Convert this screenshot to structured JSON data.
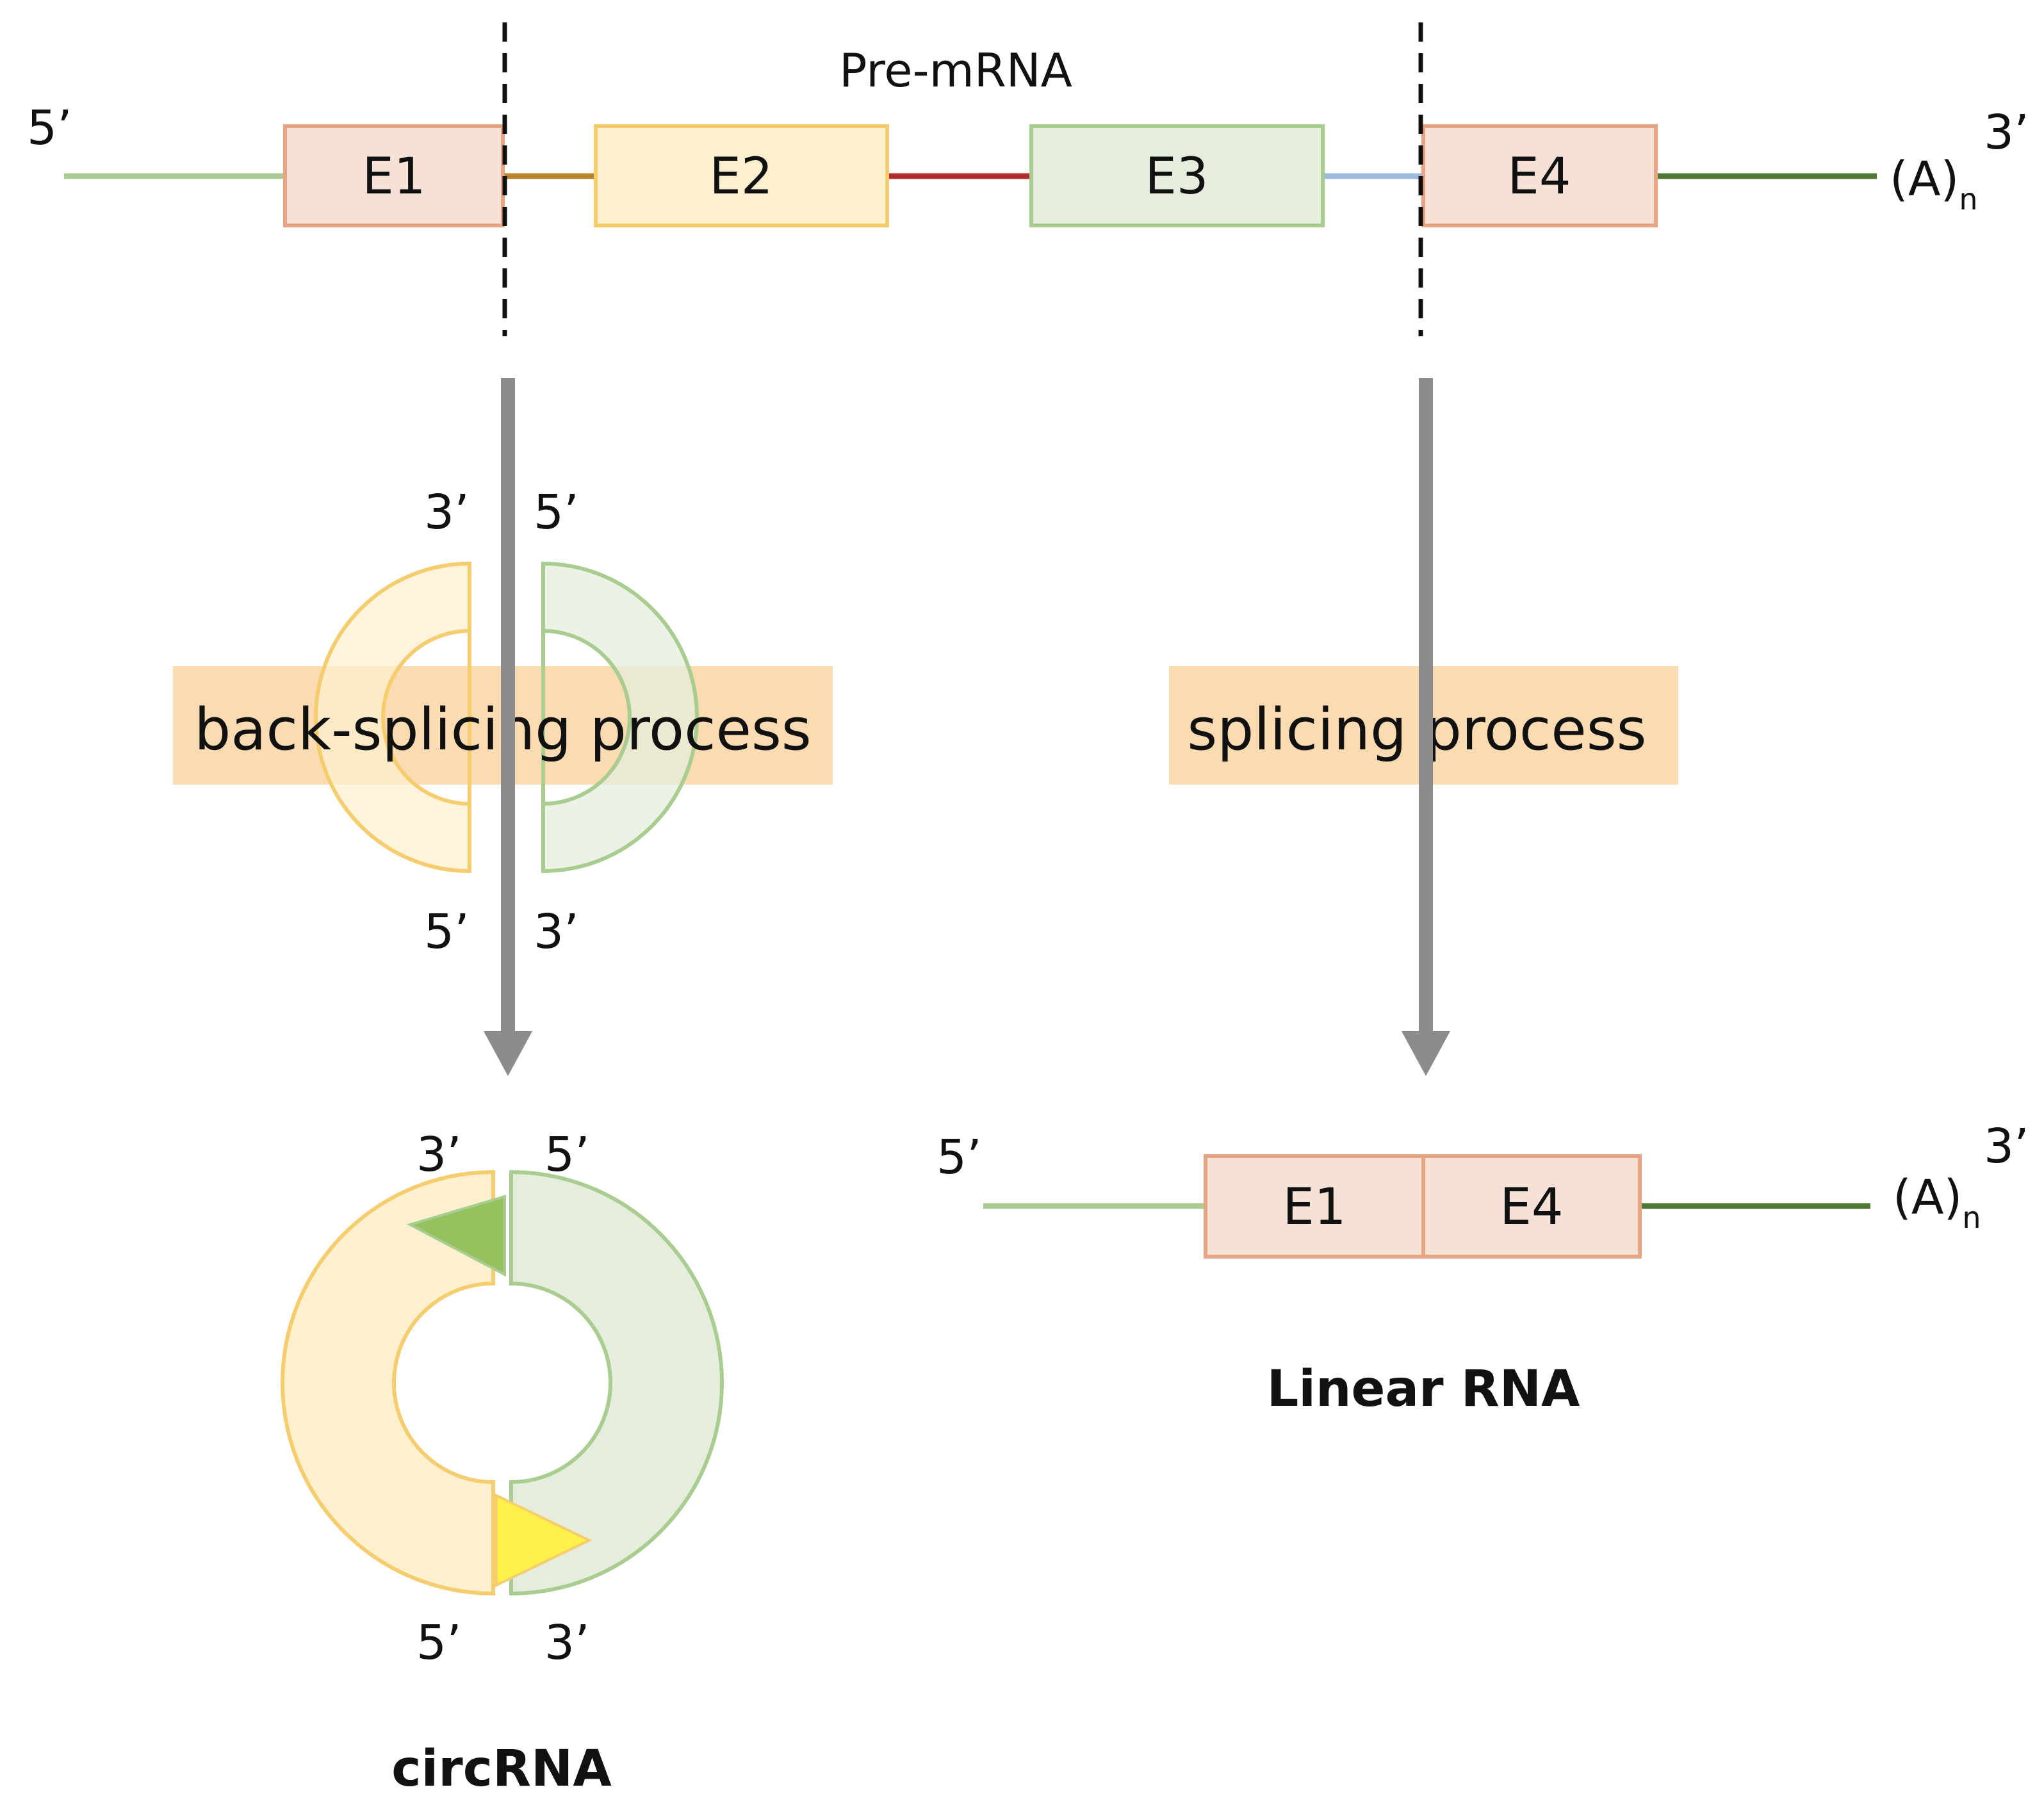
{
  "pre_mrna": {
    "title": "Pre-mRNA",
    "five_prime": "5’",
    "three_prime": "3’",
    "polyA": "(A)",
    "polyA_sub": "n",
    "exons": [
      {
        "label": "E1",
        "fill": "#f6e1d6",
        "stroke": "#e8a585"
      },
      {
        "label": "E2",
        "fill": "#fdf0cf",
        "stroke": "#f5cd6f"
      },
      {
        "label": "E3",
        "fill": "#e5eedc",
        "stroke": "#a9cd90"
      },
      {
        "label": "E4",
        "fill": "#f6e1d6",
        "stroke": "#e8a585"
      }
    ],
    "intron_colors": [
      "#a9cd90",
      "#b8862a",
      "#b52a2a",
      "#9eb9df",
      "#4e7a33"
    ]
  },
  "back_splicing": {
    "label": "back-splicing process",
    "top_left": "3’",
    "top_right": "5’",
    "bottom_left": "5’",
    "bottom_right": "3’"
  },
  "splicing": {
    "label": "splicing process"
  },
  "circ": {
    "label": "circRNA",
    "top_left": "3’",
    "top_right": "5’",
    "bottom_left": "5’",
    "bottom_right": "3’"
  },
  "linear": {
    "label": "Linear RNA",
    "five_prime": "5’",
    "three_prime": "3’",
    "polyA": "(A)",
    "polyA_sub": "n",
    "exons": [
      {
        "label": "E1"
      },
      {
        "label": "E4"
      }
    ]
  },
  "colors": {
    "arrow": "#8c8c8c",
    "process_box": "#fbd7a9",
    "yellow_fill": "#fdf0cf",
    "yellow_stroke": "#f5cd6f",
    "green_fill": "#e5eedc",
    "green_stroke": "#a9cd90",
    "green_marker": "#93c25e",
    "yellow_marker": "#fff14a"
  }
}
